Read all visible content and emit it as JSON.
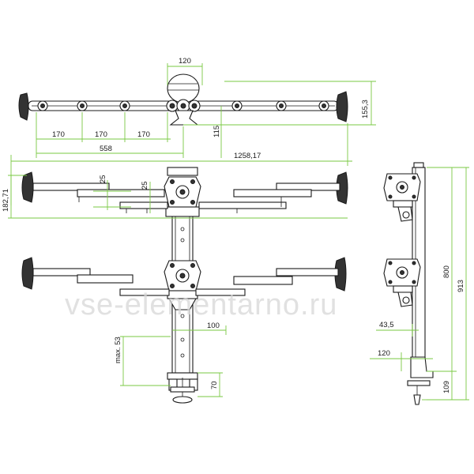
{
  "diagram": {
    "watermark": "vse-elementarno.ru",
    "dimensions": {
      "top_width": "120",
      "top_height": "155,3",
      "top_offset": "115",
      "seg1": "170",
      "seg2": "170",
      "seg3": "170",
      "half_span": "558",
      "total_span": "1258,17",
      "front_height": "182,71",
      "drop1": "25",
      "drop2": "25",
      "max_clamp": "max. 53",
      "clamp_width": "100",
      "clamp_gap": "70",
      "pole_height": "800",
      "total_height": "913",
      "side_offset": "43,5",
      "side_depth": "120",
      "base_height": "109"
    },
    "colors": {
      "dimension_line": "#7ac943",
      "outline": "#1a1a1a",
      "watermark": "#d7d7d7"
    }
  }
}
